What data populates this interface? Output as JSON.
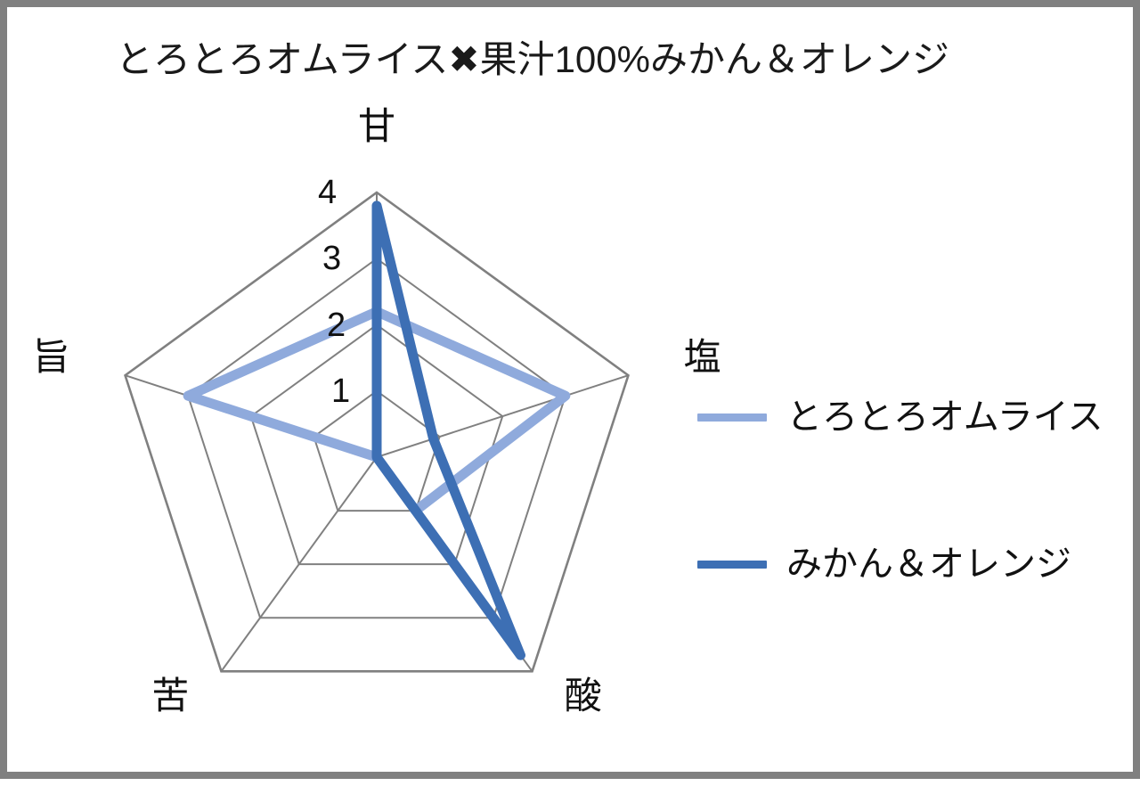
{
  "frame": {
    "border_color": "#808080",
    "background": "#ffffff"
  },
  "chart_title": "とろとろオムライス✖果汁100%みかん＆オレンジ",
  "legend": {
    "position": "right",
    "items": [
      {
        "label": "とろとろオムライス",
        "color": "#8FAADC",
        "swatch": "line-swatch"
      },
      {
        "label": "みかん＆オレンジ",
        "color": "#3D6FB4",
        "swatch": "line-swatch"
      }
    ]
  },
  "axes": {
    "labels": [
      "甘",
      "塩",
      "酸",
      "苦",
      "旨"
    ],
    "tick_labels": [
      "1",
      "2",
      "3",
      "4"
    ]
  },
  "chart_data": {
    "type": "radar",
    "title": "とろとろオムライス✖果汁100%みかん＆オレンジ",
    "categories": [
      "甘",
      "塩",
      "酸",
      "苦",
      "旨"
    ],
    "tick_values": [
      1,
      2,
      3,
      4
    ],
    "rlim": [
      0,
      4
    ],
    "grid": true,
    "grid_color": "#808080",
    "legend_position": "right",
    "series": [
      {
        "name": "とろとろオムライス",
        "color": "#8FAADC",
        "values": [
          2.2,
          3.0,
          1.0,
          0.0,
          3.0
        ]
      },
      {
        "name": "みかん＆オレンジ",
        "color": "#3D6FB4",
        "values": [
          3.8,
          0.9,
          3.7,
          0.0,
          0.0
        ]
      }
    ]
  }
}
